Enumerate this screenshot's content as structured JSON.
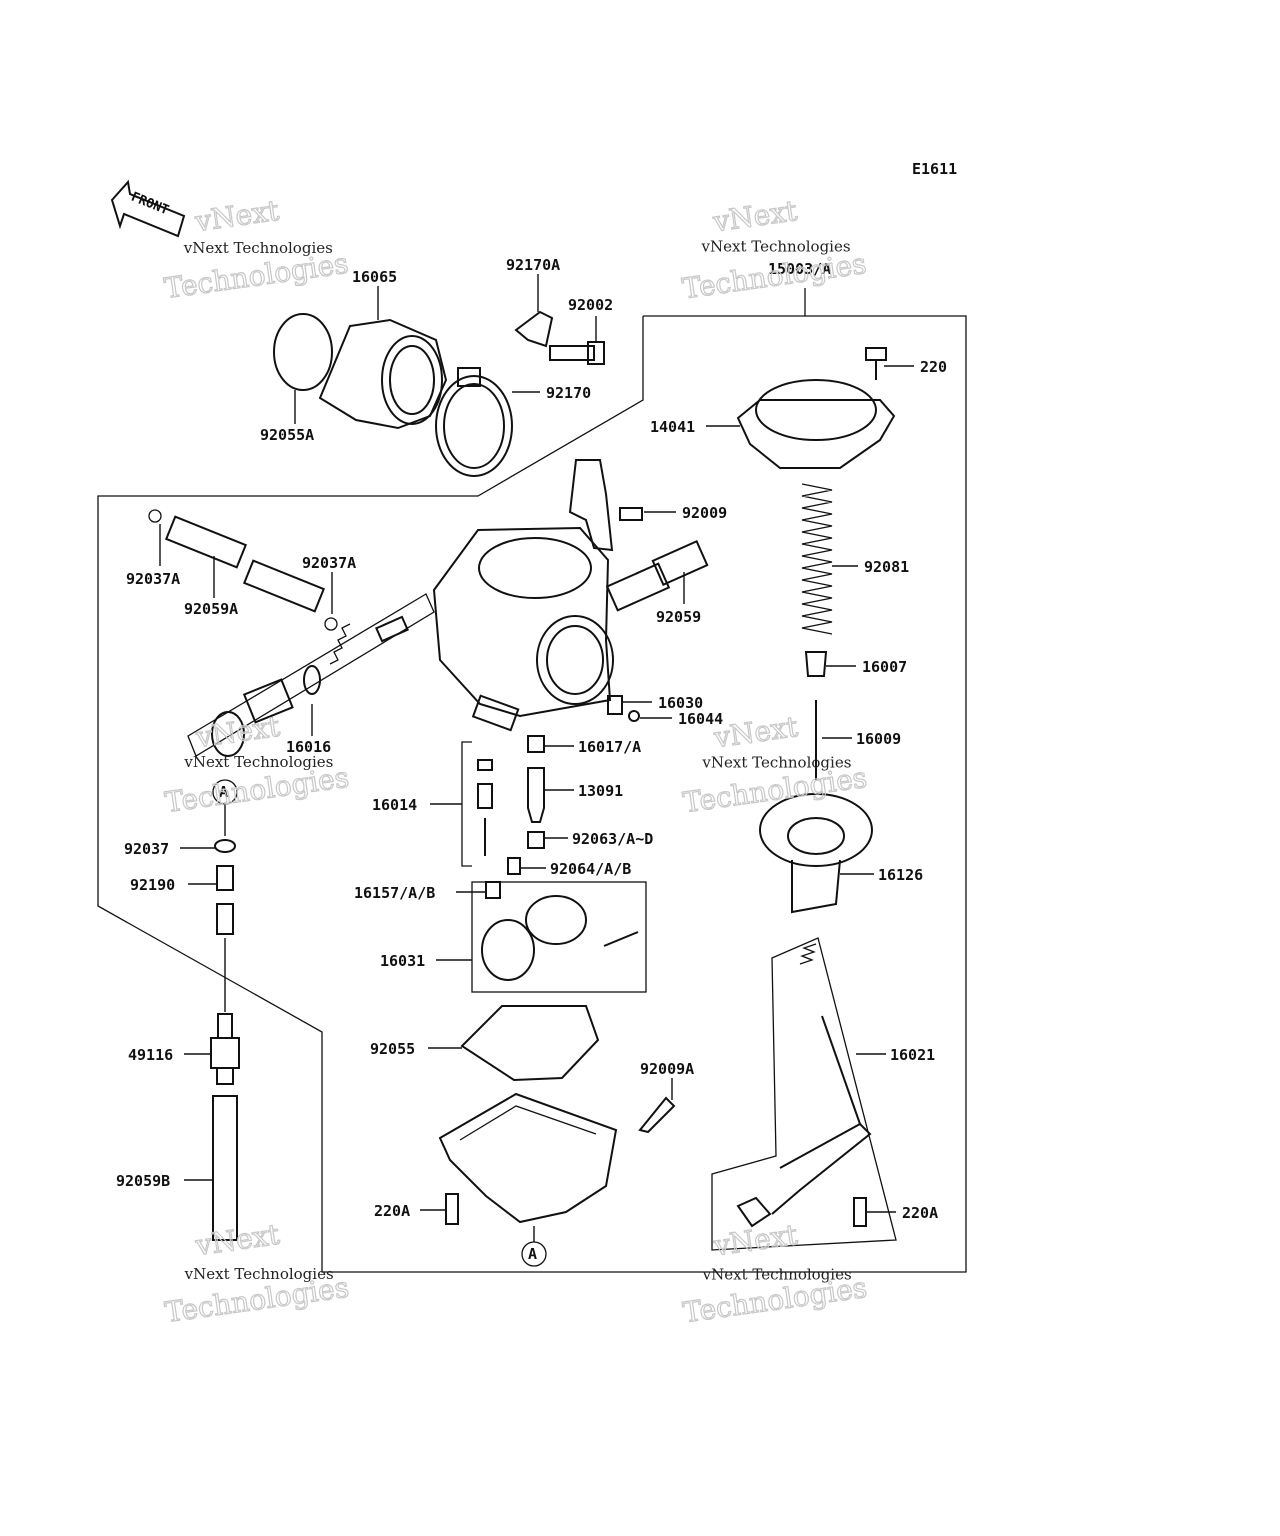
{
  "diagram_code": "E1611",
  "front_arrow_text": "FRONT",
  "watermark_line1": "vNext Technologies",
  "watermark_line2": "Technologies",
  "watermark_word_top": "vNext",
  "callouts": [
    {
      "id": "16065",
      "text": "16065"
    },
    {
      "id": "92170A",
      "text": "92170A"
    },
    {
      "id": "92002",
      "text": "92002"
    },
    {
      "id": "92170",
      "text": "92170"
    },
    {
      "id": "92055A",
      "text": "92055A"
    },
    {
      "id": "15003A",
      "text": "15003/A"
    },
    {
      "id": "220",
      "text": "220"
    },
    {
      "id": "14041",
      "text": "14041"
    },
    {
      "id": "92009",
      "text": "92009"
    },
    {
      "id": "92081",
      "text": "92081"
    },
    {
      "id": "92037A-1",
      "text": "92037A"
    },
    {
      "id": "92037A-2",
      "text": "92037A"
    },
    {
      "id": "92059A",
      "text": "92059A"
    },
    {
      "id": "92059",
      "text": "92059"
    },
    {
      "id": "16007",
      "text": "16007"
    },
    {
      "id": "16030",
      "text": "16030"
    },
    {
      "id": "16044",
      "text": "16044"
    },
    {
      "id": "16016",
      "text": "16016"
    },
    {
      "id": "16017A",
      "text": "16017/A"
    },
    {
      "id": "16009",
      "text": "16009"
    },
    {
      "id": "16014",
      "text": "16014"
    },
    {
      "id": "13091",
      "text": "13091"
    },
    {
      "id": "92037",
      "text": "92037"
    },
    {
      "id": "92063",
      "text": "92063/A~D"
    },
    {
      "id": "92064",
      "text": "92064/A/B"
    },
    {
      "id": "16126",
      "text": "16126"
    },
    {
      "id": "92190",
      "text": "92190"
    },
    {
      "id": "16157",
      "text": "16157/A/B"
    },
    {
      "id": "16031",
      "text": "16031"
    },
    {
      "id": "49116",
      "text": "49116"
    },
    {
      "id": "92055",
      "text": "92055"
    },
    {
      "id": "16021",
      "text": "16021"
    },
    {
      "id": "92009A",
      "text": "92009A"
    },
    {
      "id": "92059B",
      "text": "92059B"
    },
    {
      "id": "220A-1",
      "text": "220A"
    },
    {
      "id": "220A-2",
      "text": "220A"
    }
  ],
  "ref_marker": "A"
}
